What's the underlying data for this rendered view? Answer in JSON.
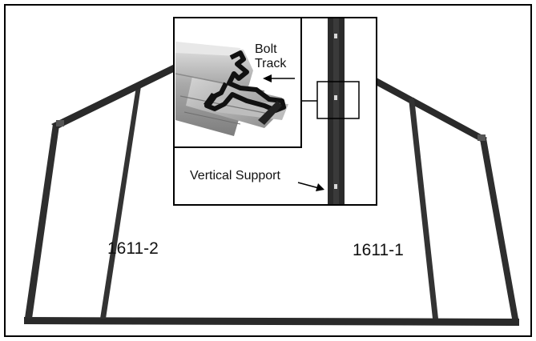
{
  "labels": {
    "part_left": "1611-2",
    "part_right": "1611-1",
    "bolt_track": [
      "Bolt",
      "Track"
    ],
    "vertical_support": "Vertical Support"
  },
  "icons": [
    "arrow-icon",
    "arrow-icon"
  ],
  "colors": {
    "frame": "#2a2a2a",
    "inset_border": "#000000",
    "galvanized_metal": "#b9b9b9",
    "background": "#ffffff"
  }
}
